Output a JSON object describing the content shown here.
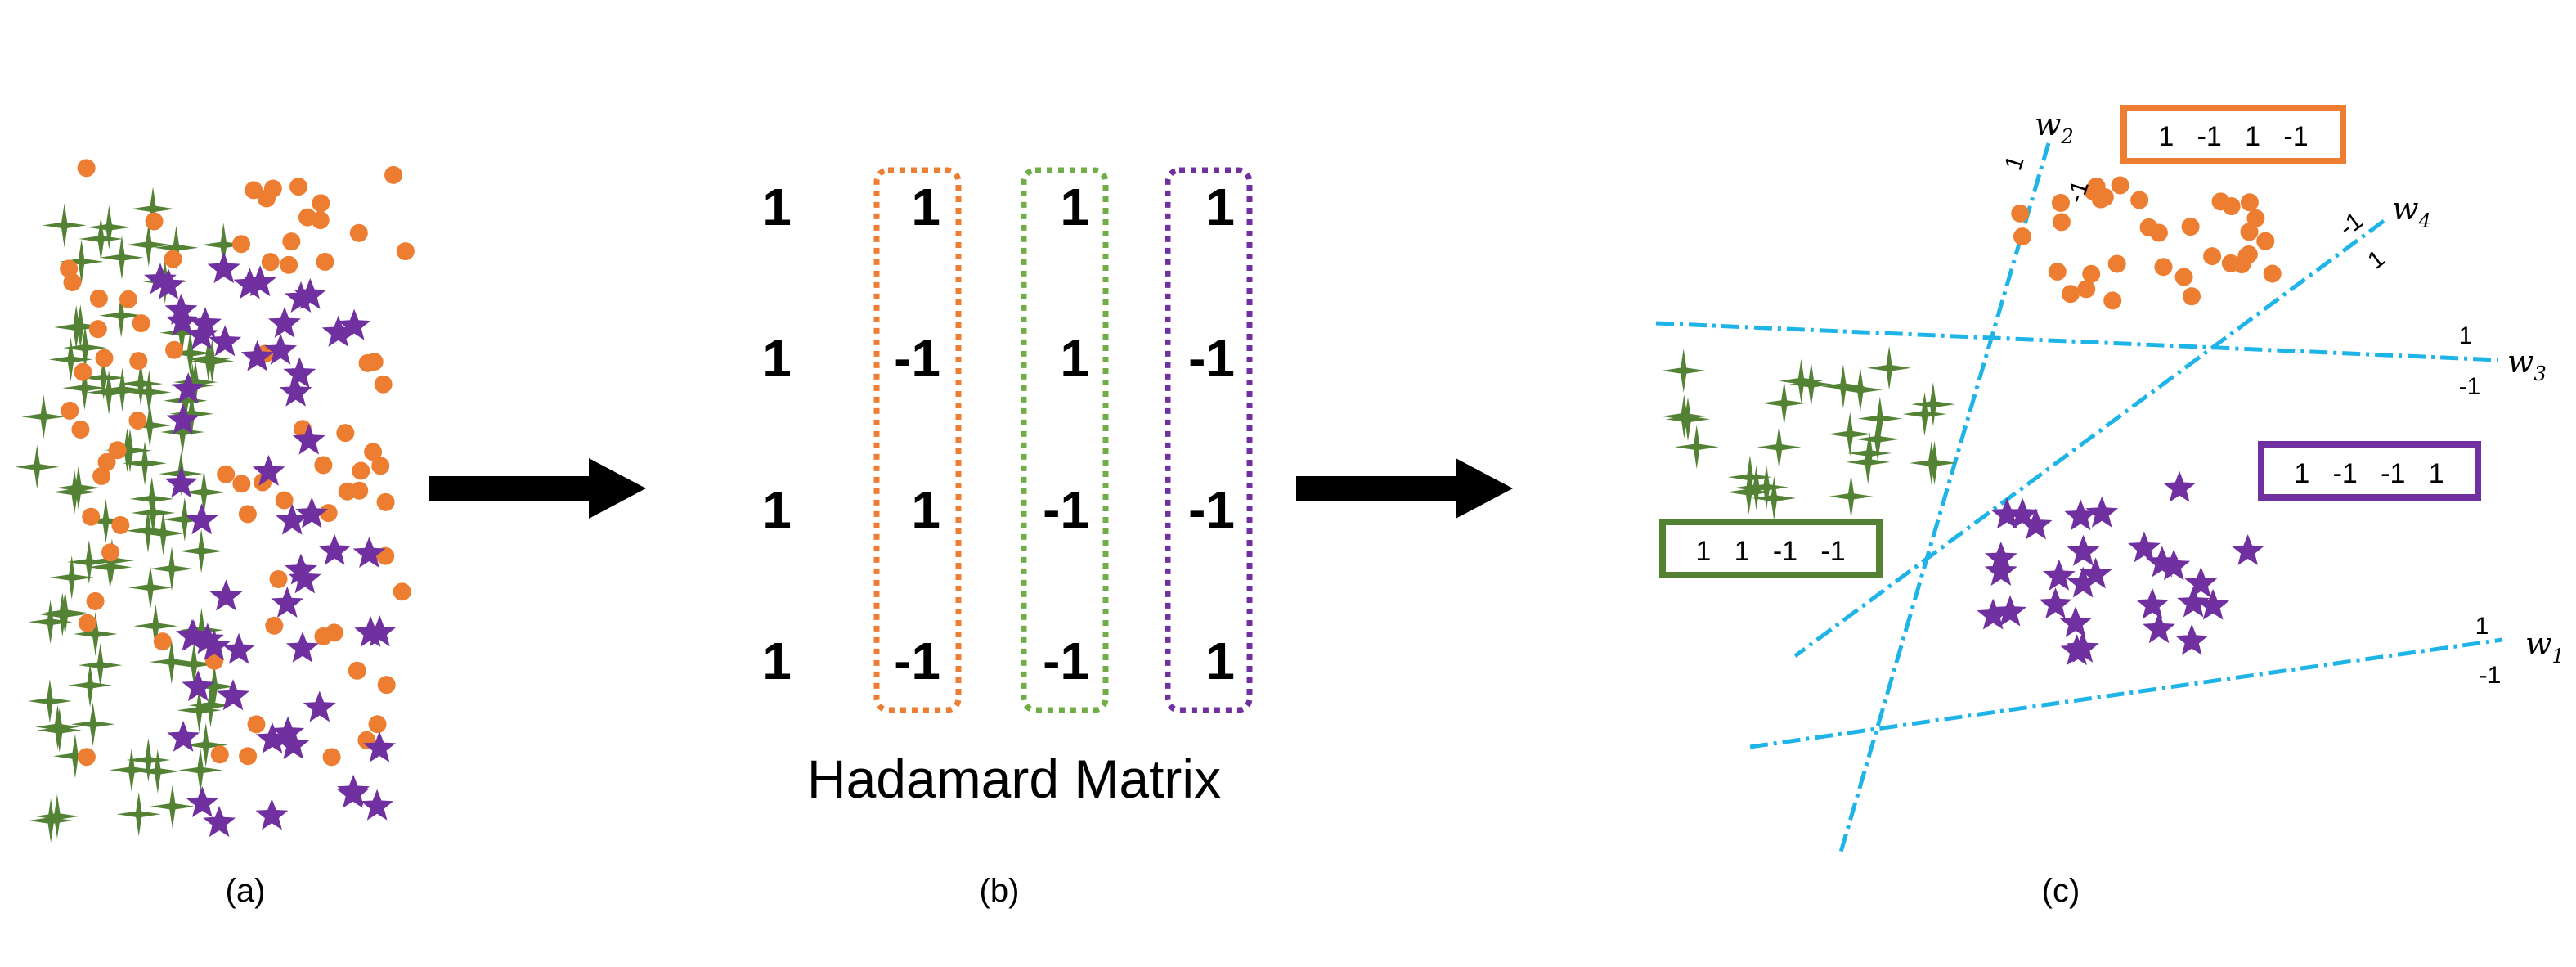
{
  "panel_a": {
    "caption": "(a)"
  },
  "panel_b": {
    "caption": "(b)",
    "title": "Hadamard Matrix",
    "rows": [
      [
        "1",
        "1",
        "1",
        "1"
      ],
      [
        "1",
        "-1",
        "1",
        "-1"
      ],
      [
        "1",
        "1",
        "-1",
        "-1"
      ],
      [
        "1",
        "-1",
        "-1",
        "1"
      ]
    ],
    "highlight_colors": [
      "#ed7d31",
      "#70ad47",
      "#7030a0"
    ]
  },
  "panel_c": {
    "caption": "(c)",
    "codes": {
      "orange": "1   -1   1   -1",
      "green": "1   1   -1   -1",
      "purple": "1   -1   -1   1"
    },
    "hyperplanes": {
      "w1": {
        "name": "w",
        "sub": "1",
        "pos": "1",
        "neg": "-1"
      },
      "w2": {
        "name": "w",
        "sub": "2",
        "pos": "1",
        "neg": "-1"
      },
      "w3": {
        "name": "w",
        "sub": "3",
        "pos": "1",
        "neg": "-1"
      },
      "w4": {
        "name": "w",
        "sub": "4",
        "pos": "-1",
        "neg": "1"
      }
    }
  },
  "colors": {
    "orange": "#ed7d31",
    "green": "#548235",
    "purple": "#7030a0",
    "line": "#1fb4e8"
  }
}
